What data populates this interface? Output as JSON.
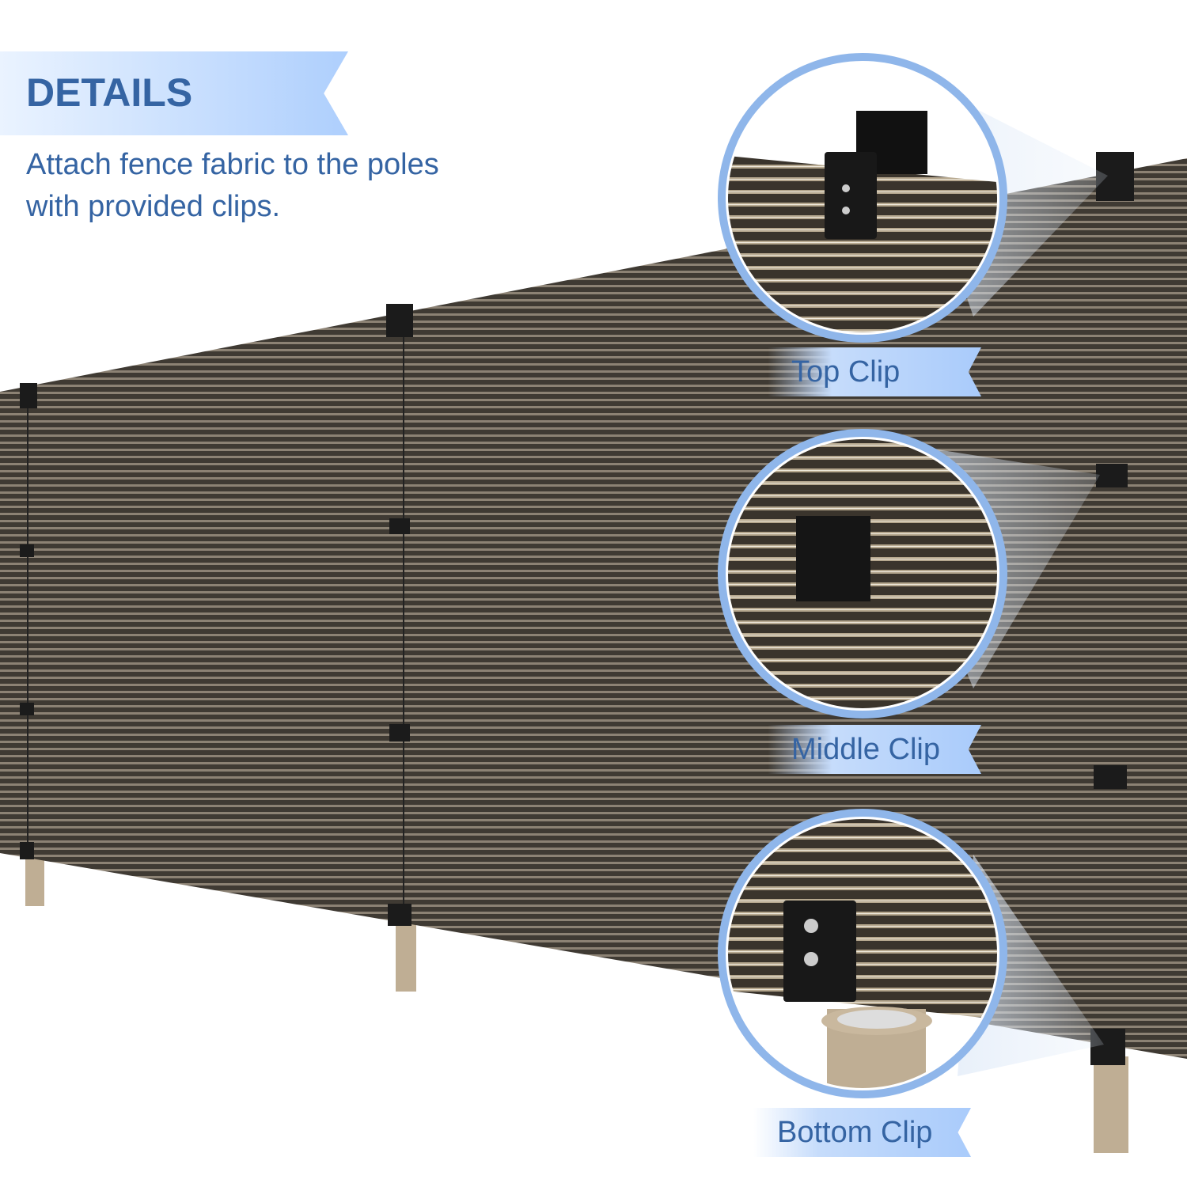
{
  "header": {
    "title": "DETAILS",
    "subtitle_line1": "Attach fence fabric to the poles",
    "subtitle_line2": "with provided clips."
  },
  "callouts": [
    {
      "label": "Top Clip"
    },
    {
      "label": "Middle Clip"
    },
    {
      "label": "Bottom Clip"
    }
  ],
  "colors": {
    "accent": "#3564a3",
    "banner_light": "#eaf3ff",
    "banner_dark": "#aecffd",
    "fabric": "#4a443c",
    "clip": "#1a1a1a",
    "pole": "#bfae94",
    "ring": "#8fb6ea"
  }
}
